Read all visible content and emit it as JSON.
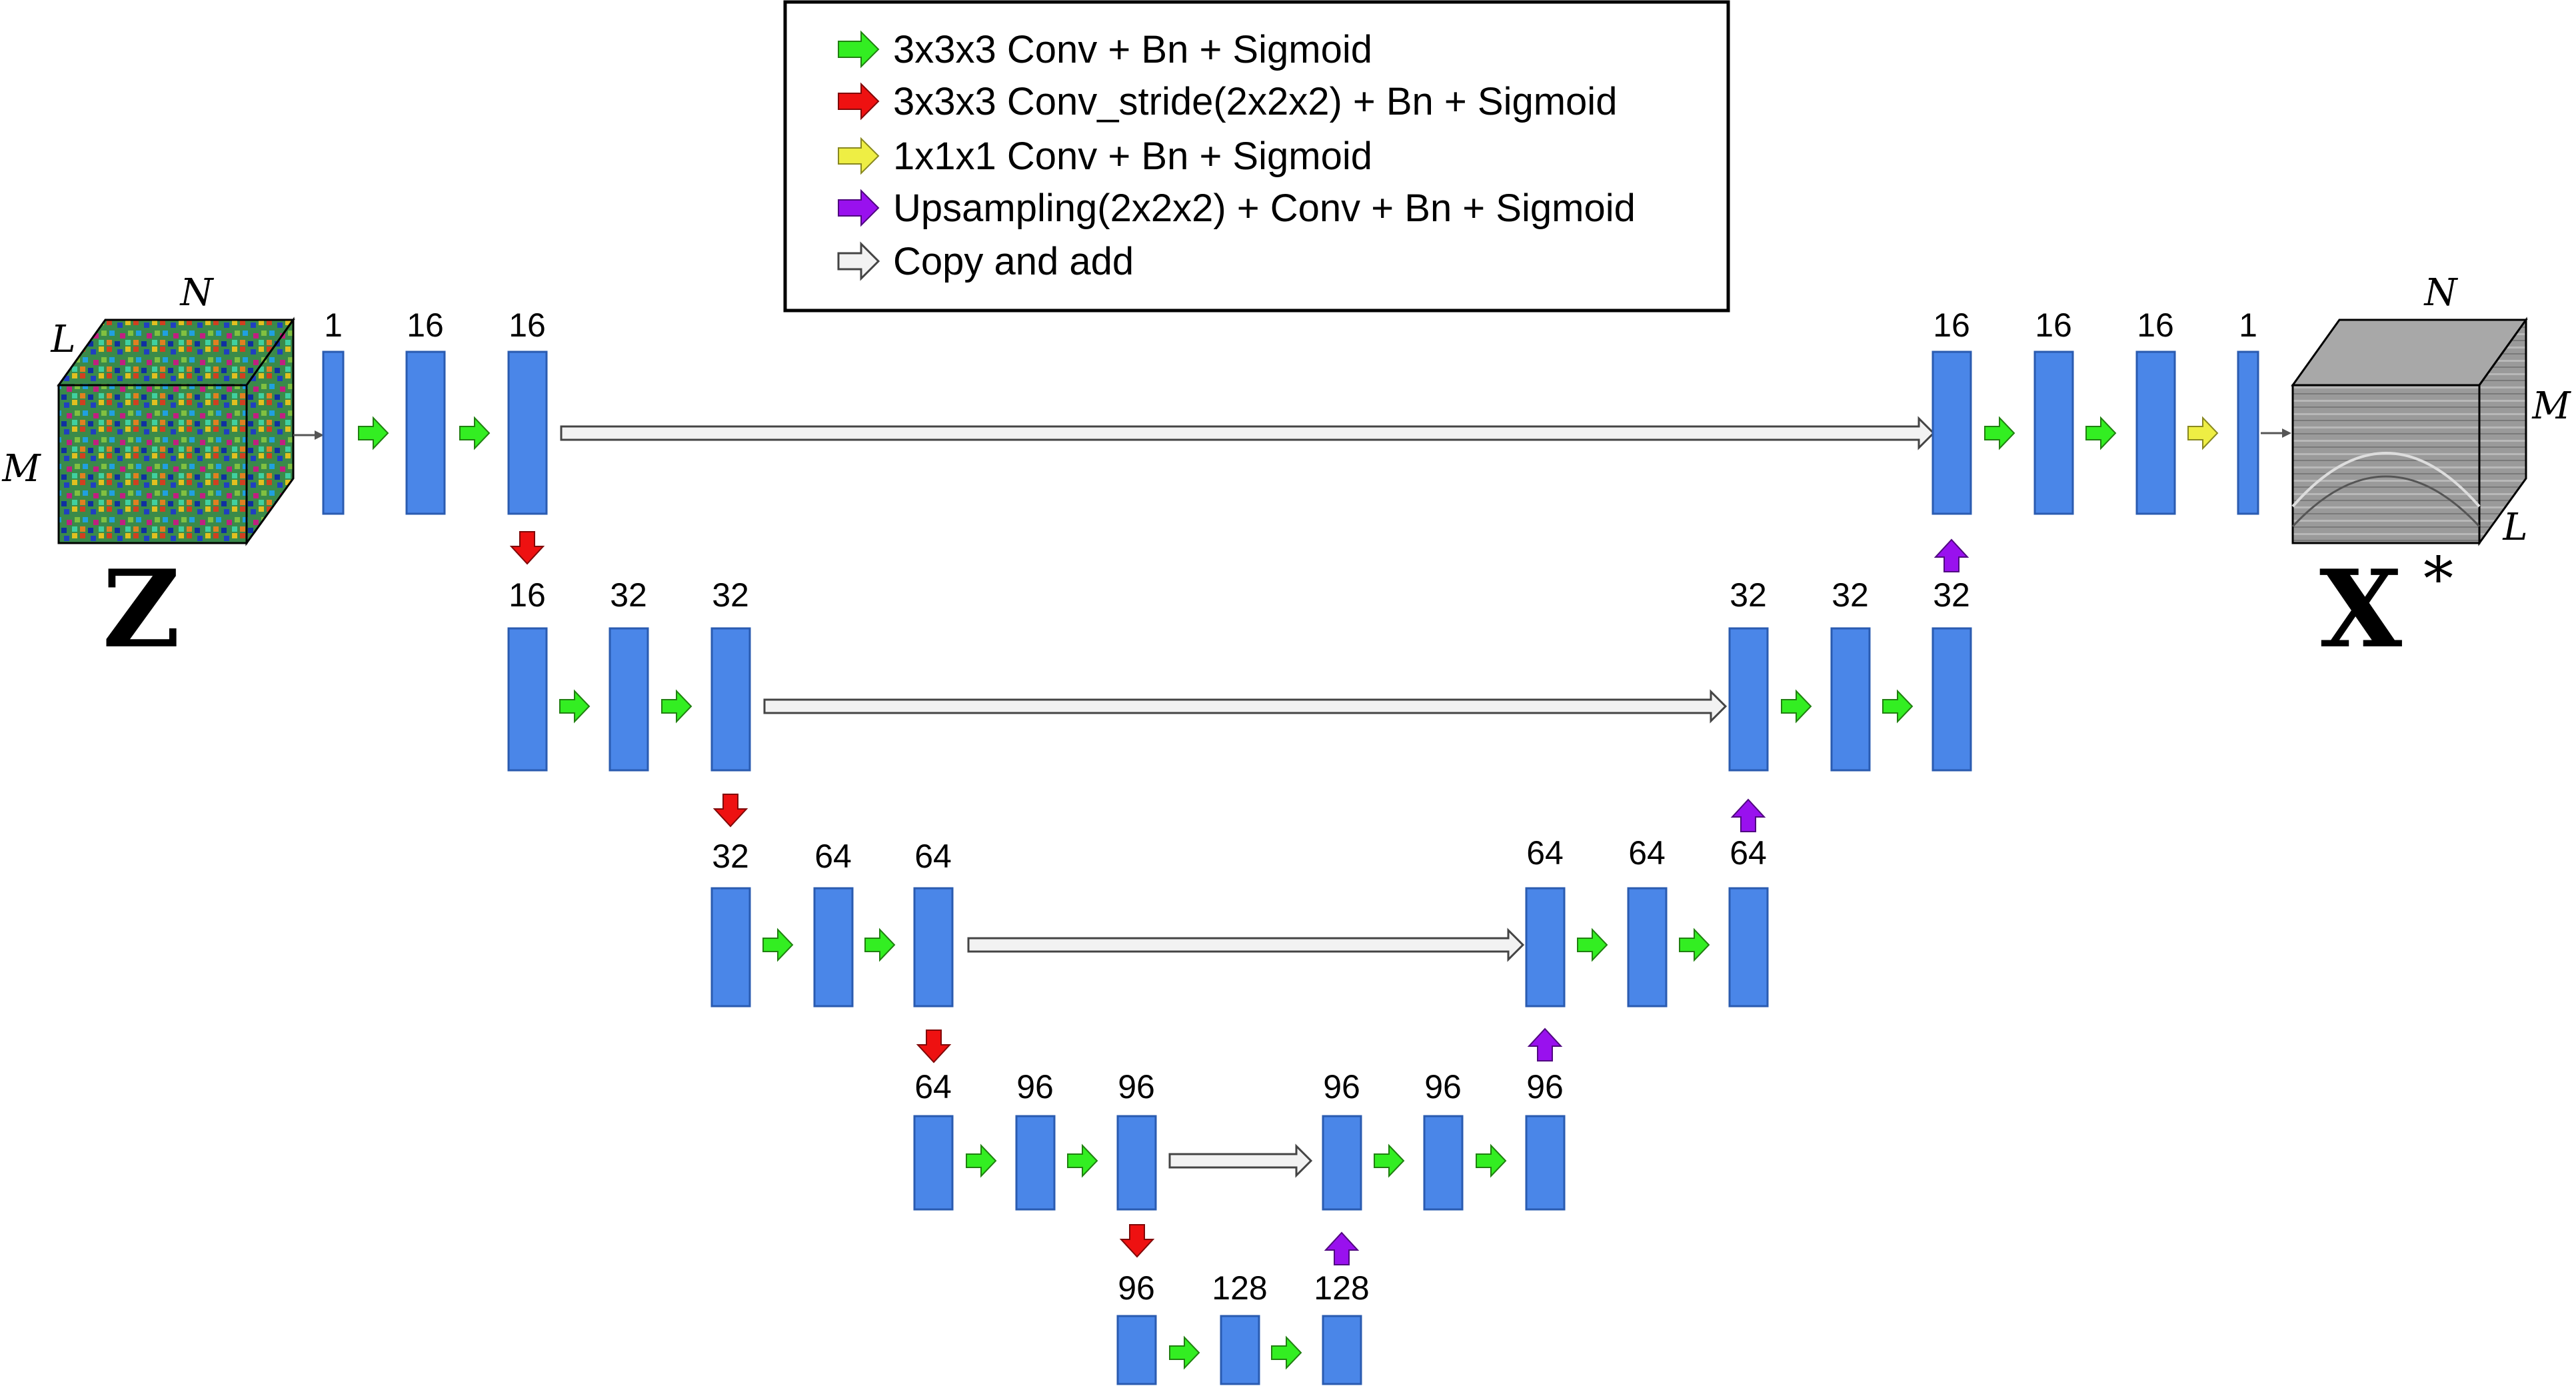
{
  "legend": {
    "items": [
      {
        "label": "3x3x3 Conv + Bn + Sigmoid",
        "arrow": "green-arrow",
        "color": "#33ee22"
      },
      {
        "label": "3x3x3 Conv_stride(2x2x2) + Bn + Sigmoid",
        "arrow": "red-arrow",
        "color": "#ee1111"
      },
      {
        "label": "1x1x1 Conv + Bn + Sigmoid",
        "arrow": "yellow-arrow",
        "color": "#eeee44"
      },
      {
        "label": "Upsampling(2x2x2) + Conv + Bn + Sigmoid",
        "arrow": "purple-arrow",
        "color": "#9911ee"
      },
      {
        "label": "Copy and add",
        "arrow": "white-arrow",
        "color": "#f2f2f2"
      }
    ]
  },
  "input": {
    "symbol": "Z",
    "dims": {
      "L": "L",
      "N": "N",
      "M": "M"
    }
  },
  "output": {
    "symbol": "X",
    "superscript": "*",
    "dims": {
      "L": "L",
      "N": "N",
      "M": "M"
    }
  },
  "colors": {
    "block": "#4a86e8",
    "block_edge": "#2a5bb0"
  },
  "levels": [
    {
      "encoder": [
        "1",
        "16",
        "16"
      ],
      "decoder": [
        "16",
        "16",
        "16",
        "1"
      ]
    },
    {
      "encoder": [
        "16",
        "32",
        "32"
      ],
      "decoder": [
        "32",
        "32",
        "32"
      ]
    },
    {
      "encoder": [
        "32",
        "64",
        "64"
      ],
      "decoder": [
        "64",
        "64",
        "64"
      ]
    },
    {
      "encoder": [
        "64",
        "96",
        "96"
      ],
      "decoder": [
        "96",
        "96",
        "96"
      ]
    },
    {
      "bottleneck": [
        "96",
        "128",
        "128"
      ]
    }
  ]
}
